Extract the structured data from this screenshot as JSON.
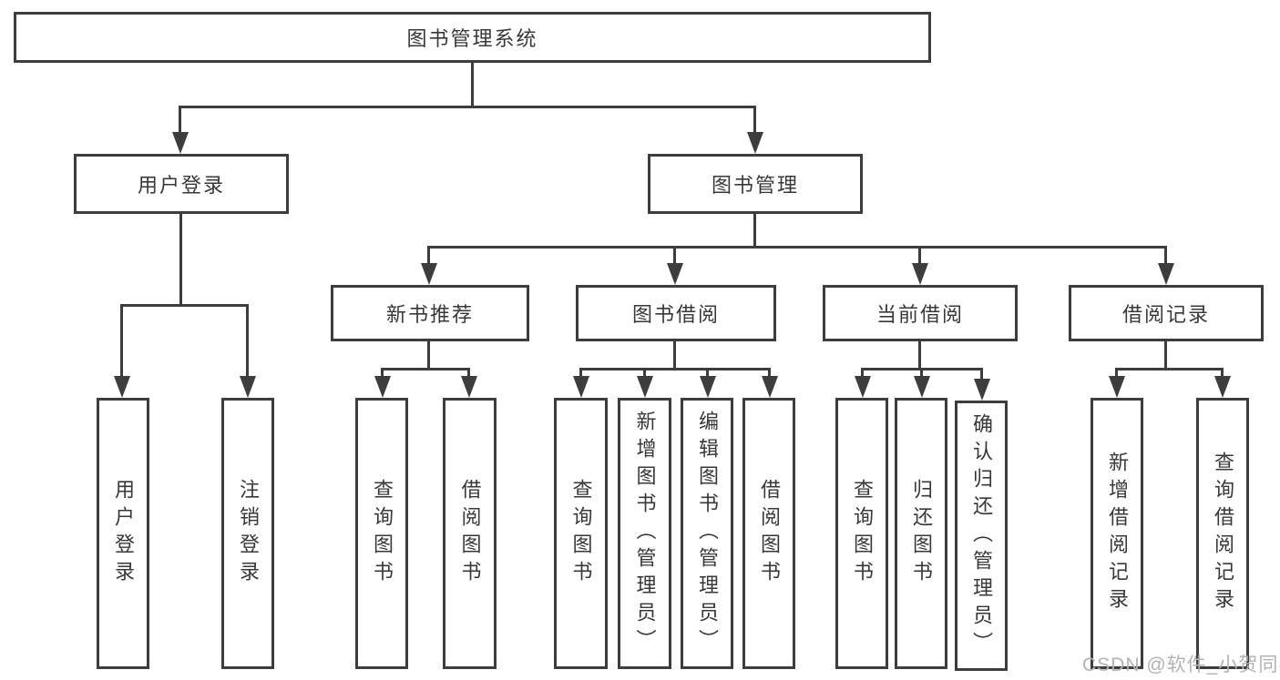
{
  "diagram": {
    "root": {
      "label": "图书管理系统"
    },
    "user_login": {
      "label": "用户登录",
      "children": {
        "login": "用户登录",
        "logout": "注销登录"
      }
    },
    "book_management": {
      "label": "图书管理",
      "new_book_recommend": {
        "label": "新书推荐",
        "children": {
          "query": "查询图书",
          "borrow": "借阅图书"
        }
      },
      "book_borrow": {
        "label": "图书借阅",
        "children": {
          "query": "查询图书",
          "add_admin": "新增图书（管理员）",
          "edit_admin": "编辑图书（管理员）",
          "borrow": "借阅图书"
        }
      },
      "current_borrow": {
        "label": "当前借阅",
        "children": {
          "query": "查询图书",
          "return": "归还图书",
          "confirm_return_admin": "确认归还（管理员）"
        }
      },
      "borrow_records": {
        "label": "借阅记录",
        "children": {
          "add": "新增借阅记录",
          "query": "查询借阅记录"
        }
      }
    }
  },
  "watermark": {
    "text": "CSDN @软件_小贺同学"
  },
  "colors": {
    "line": "#3d3d3d",
    "text": "#383838",
    "watermark": "#b3b3b3",
    "background": "#ffffff"
  }
}
